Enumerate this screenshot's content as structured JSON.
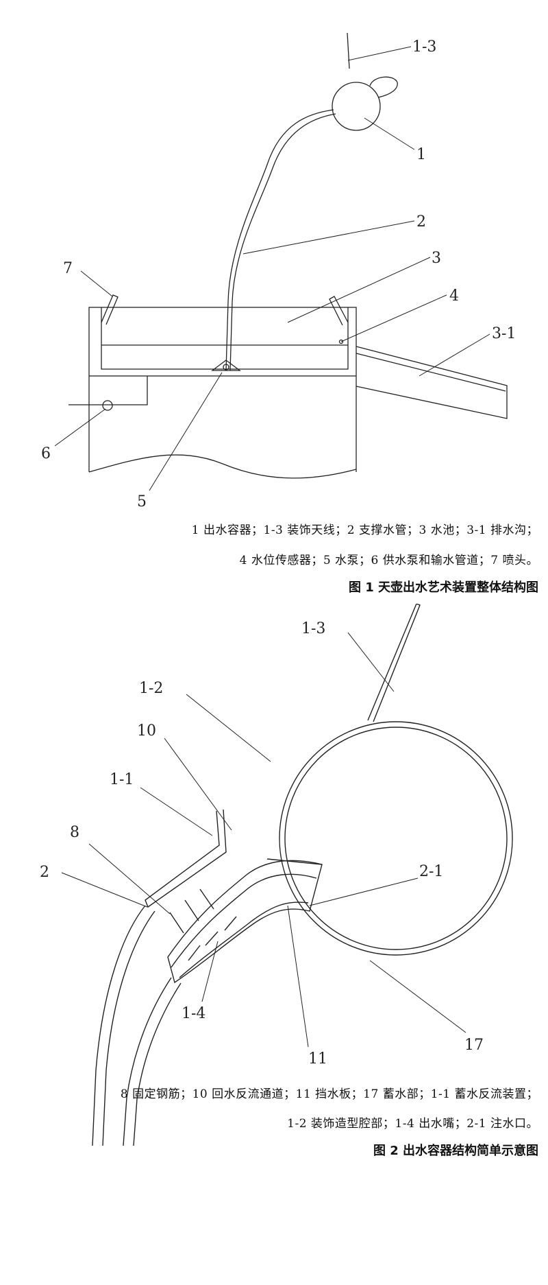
{
  "figure1": {
    "labels": {
      "l1_3": "1-3",
      "l1": "1",
      "l2": "2",
      "l3": "3",
      "l4": "4",
      "l3_1": "3-1",
      "l5": "5",
      "l6": "6",
      "l7": "7"
    },
    "legend_line1": "1 出水容器；1-3 装饰天线；2 支撑水管；3 水池；3-1 排水沟；",
    "legend_line2": "4 水位传感器；5 水泵；6 供水泵和输水管道；7 喷头。",
    "title": "图 1  天壶出水艺术装置整体结构图"
  },
  "figure2": {
    "labels": {
      "l1_3": "1-3",
      "l1_2": "1-2",
      "l10": "10",
      "l1_1": "1-1",
      "l8": "8",
      "l2_1": "2-1",
      "l2": "2",
      "l1_4": "1-4",
      "l11": "11",
      "l17": "17"
    },
    "legend_line1": "8 固定钢筋；10 回水反流通道；11 挡水板；17 蓄水部；1-1 蓄水反流装置；",
    "legend_line2": "1-2 装饰造型腔部；1-4 出水嘴；2-1 注水口。",
    "title": "图 2  出水容器结构简单示意图"
  }
}
